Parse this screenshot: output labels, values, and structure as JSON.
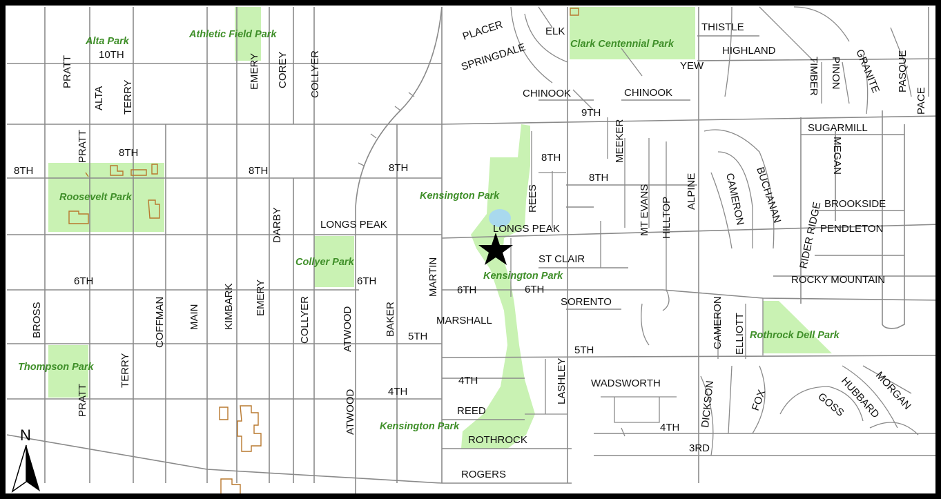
{
  "map": {
    "streets": {
      "pratt_top": "PRATT",
      "tenth": "10TH",
      "alta": "ALTA",
      "terry_top": "TERRY",
      "emery_top": "EMERY",
      "corey": "COREY",
      "collyer_top": "COLLYER",
      "placer": "PLACER",
      "springdale": "SPRINGDALE",
      "elk": "ELK",
      "thistle": "THISTLE",
      "highland": "HIGHLAND",
      "yew": "YEW",
      "timber": "TIMBER",
      "pinon": "PINON",
      "granite": "GRANITE",
      "pasque": "PASQUE",
      "chinook_w": "CHINOOK",
      "chinook_e": "CHINOOK",
      "ninth": "9TH",
      "meeker": "MEEKER",
      "sugarmill": "SUGARMILL",
      "pace": "PACE",
      "megan": "MEGAN",
      "pratt_mid": "PRATT",
      "eighth_a": "8TH",
      "eighth_b": "8TH",
      "eighth_c": "8TH",
      "eighth_d": "8TH",
      "eighth_e": "8TH",
      "eighth_f": "8TH",
      "rees": "REES",
      "mt_evans": "MT EVANS",
      "hilltop": "HILLTOP",
      "alpine": "ALPINE",
      "cameron_top": "CAMERON",
      "buchanan": "BUCHANAN",
      "rider_ridge": "RIDER RIDGE",
      "brookside": "BROOKSIDE",
      "pendleton": "PENDLETON",
      "darby": "DARBY",
      "longs_peak_w": "LONGS PEAK",
      "longs_peak_e": "LONGS PEAK",
      "st_clair": "ST CLAIR",
      "rocky_mountain": "ROCKY MOUNTAIN",
      "martin": "MARTIN",
      "sixth_a": "6TH",
      "sixth_b": "6TH",
      "sixth_c": "6TH",
      "sixth_d": "6TH",
      "sorento": "SORENTO",
      "bross": "BROSS",
      "coffman": "COFFMAN",
      "main": "MAIN",
      "kimbark": "KIMBARK",
      "emery_mid": "EMERY",
      "collyer_mid": "COLLYER",
      "atwood_mid": "ATWOOD",
      "baker": "BAKER",
      "marshall": "MARSHALL",
      "fifth_a": "5TH",
      "fifth_b": "5TH",
      "cameron_bot": "CAMERON",
      "elliott": "ELLIOTT",
      "terry_bot": "TERRY",
      "pratt_bot": "PRATT",
      "lashley": "LASHLEY",
      "wadsworth": "WADSWORTH",
      "dickson": "DICKSON",
      "fox": "FOX",
      "goss": "GOSS",
      "hubbard": "HUBBARD",
      "morgan": "MORGAN",
      "fourth_a": "4TH",
      "fourth_b": "4TH",
      "fourth_c": "4TH",
      "reed": "REED",
      "atwood_bot": "ATWOOD",
      "rothrock": "ROTHROCK",
      "third": "3RD",
      "rogers": "ROGERS"
    },
    "parks": {
      "alta": "Alta Park",
      "athletic": "Athletic Field Park",
      "clark": "Clark Centennial Park",
      "roosevelt": "Roosevelt Park",
      "kensington_n": "Kensington Park",
      "collyer": "Collyer Park",
      "kensington_m": "Kensington Park",
      "rothrock_dell": "Rothrock Dell Park",
      "thompson": "Thompson Park",
      "kensington_s": "Kensington Park"
    },
    "north_arrow": "N",
    "colors": {
      "park_fill": "#c9f2b3",
      "park_label": "#3f8f29",
      "road": "#8a8a8a",
      "building": "#b8782e",
      "border": "#000000"
    }
  }
}
